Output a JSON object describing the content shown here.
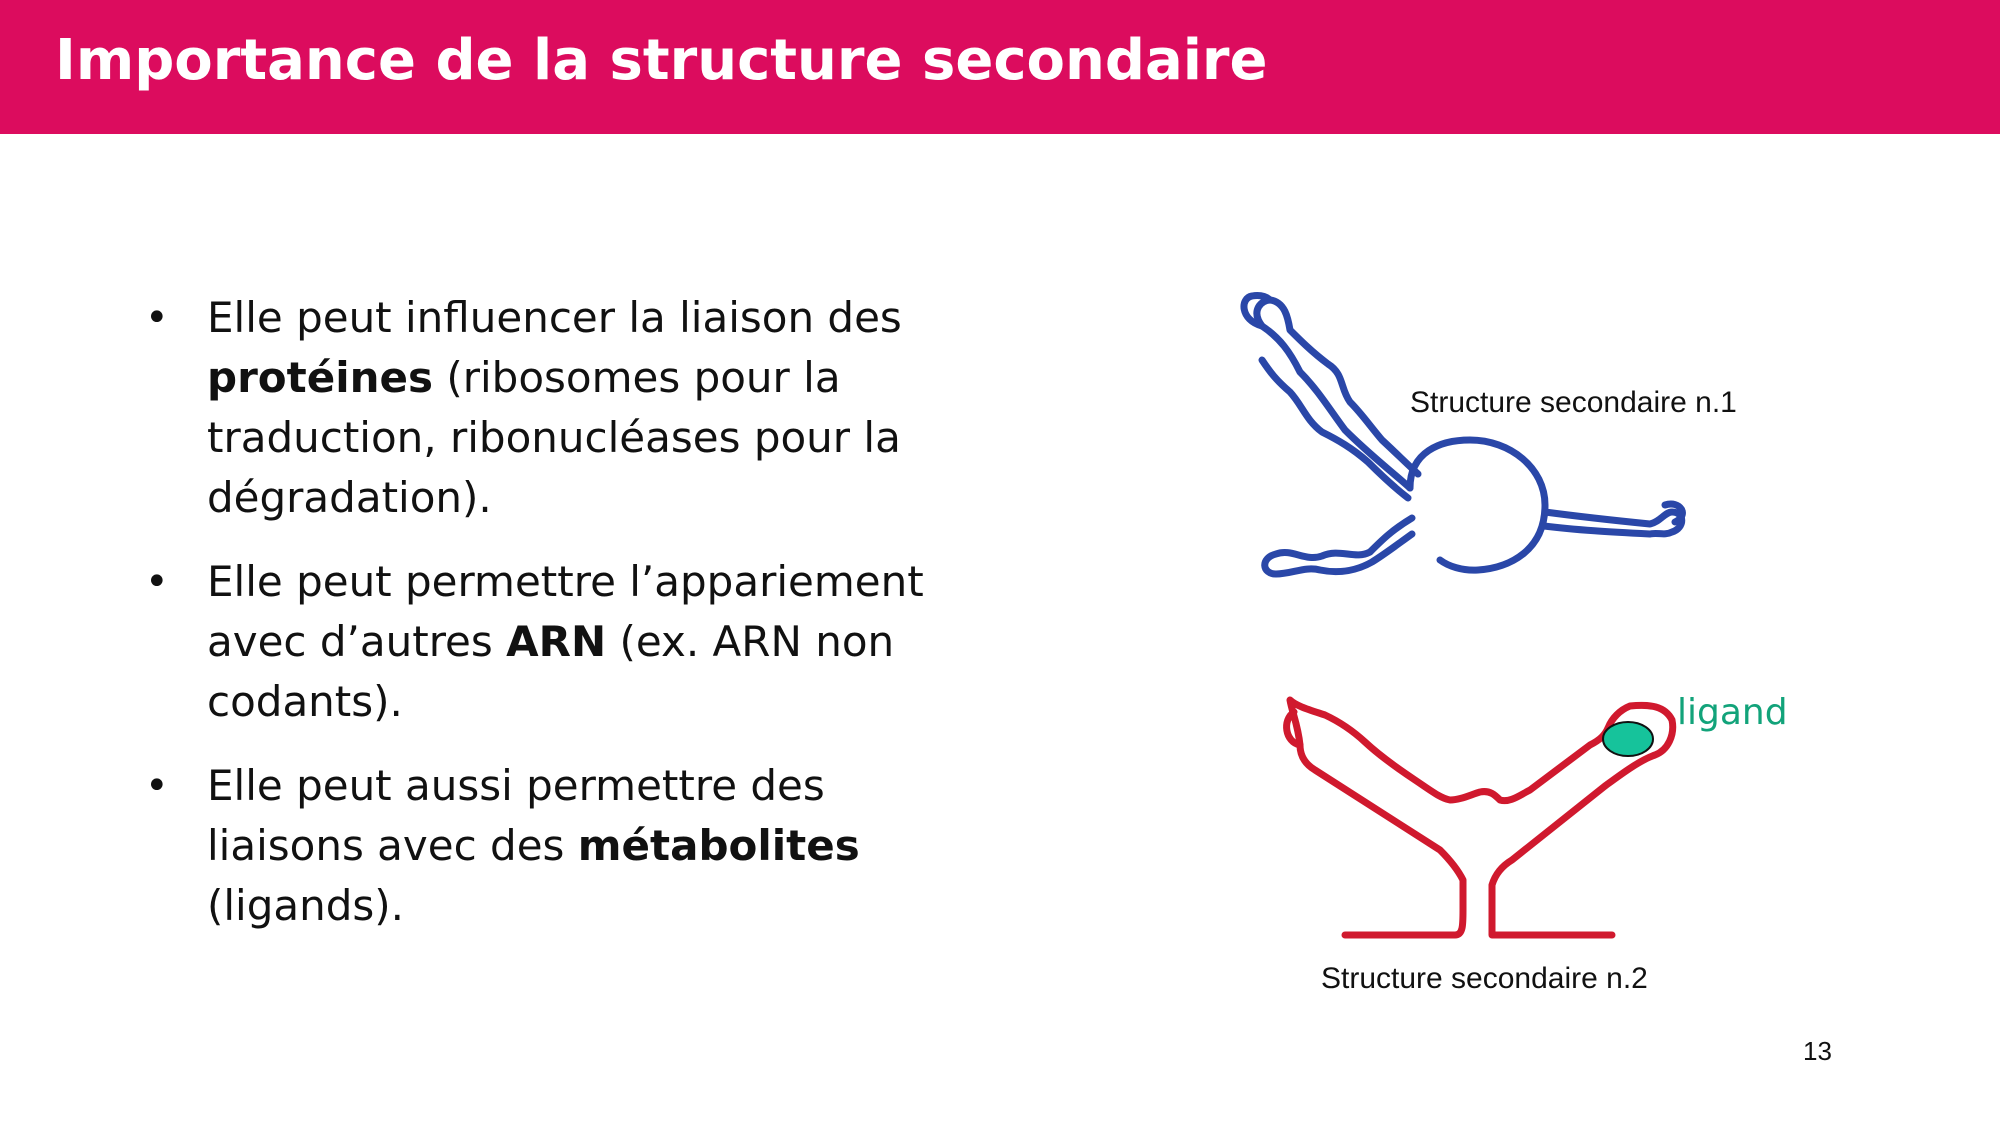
{
  "slide": {
    "title": "Importance de la structure secondaire",
    "page_number": "13"
  },
  "bullets": [
    {
      "bullet": "•",
      "pre": "Elle peut influencer la liaison des ",
      "bold": "protéines",
      "post": " (ribosomes pour la traduction, ribonucléases pour la dégradation)."
    },
    {
      "bullet": "•",
      "pre": "Elle peut permettre l’appariement avec d’autres ",
      "bold": "ARN",
      "post": " (ex. ARN non codants)."
    },
    {
      "bullet": "•",
      "pre": "Elle peut aussi permettre des liaisons avec des ",
      "bold": "métabolites",
      "post": " (ligands)."
    }
  ],
  "figure": {
    "structure1_label": "Structure secondaire n.1",
    "structure2_label": "Structure secondaire n.2",
    "ligand_label": "ligand",
    "structure1_color": "#2a47a8",
    "structure2_color": "#d0192e",
    "ligand_color": "#16c39b"
  }
}
